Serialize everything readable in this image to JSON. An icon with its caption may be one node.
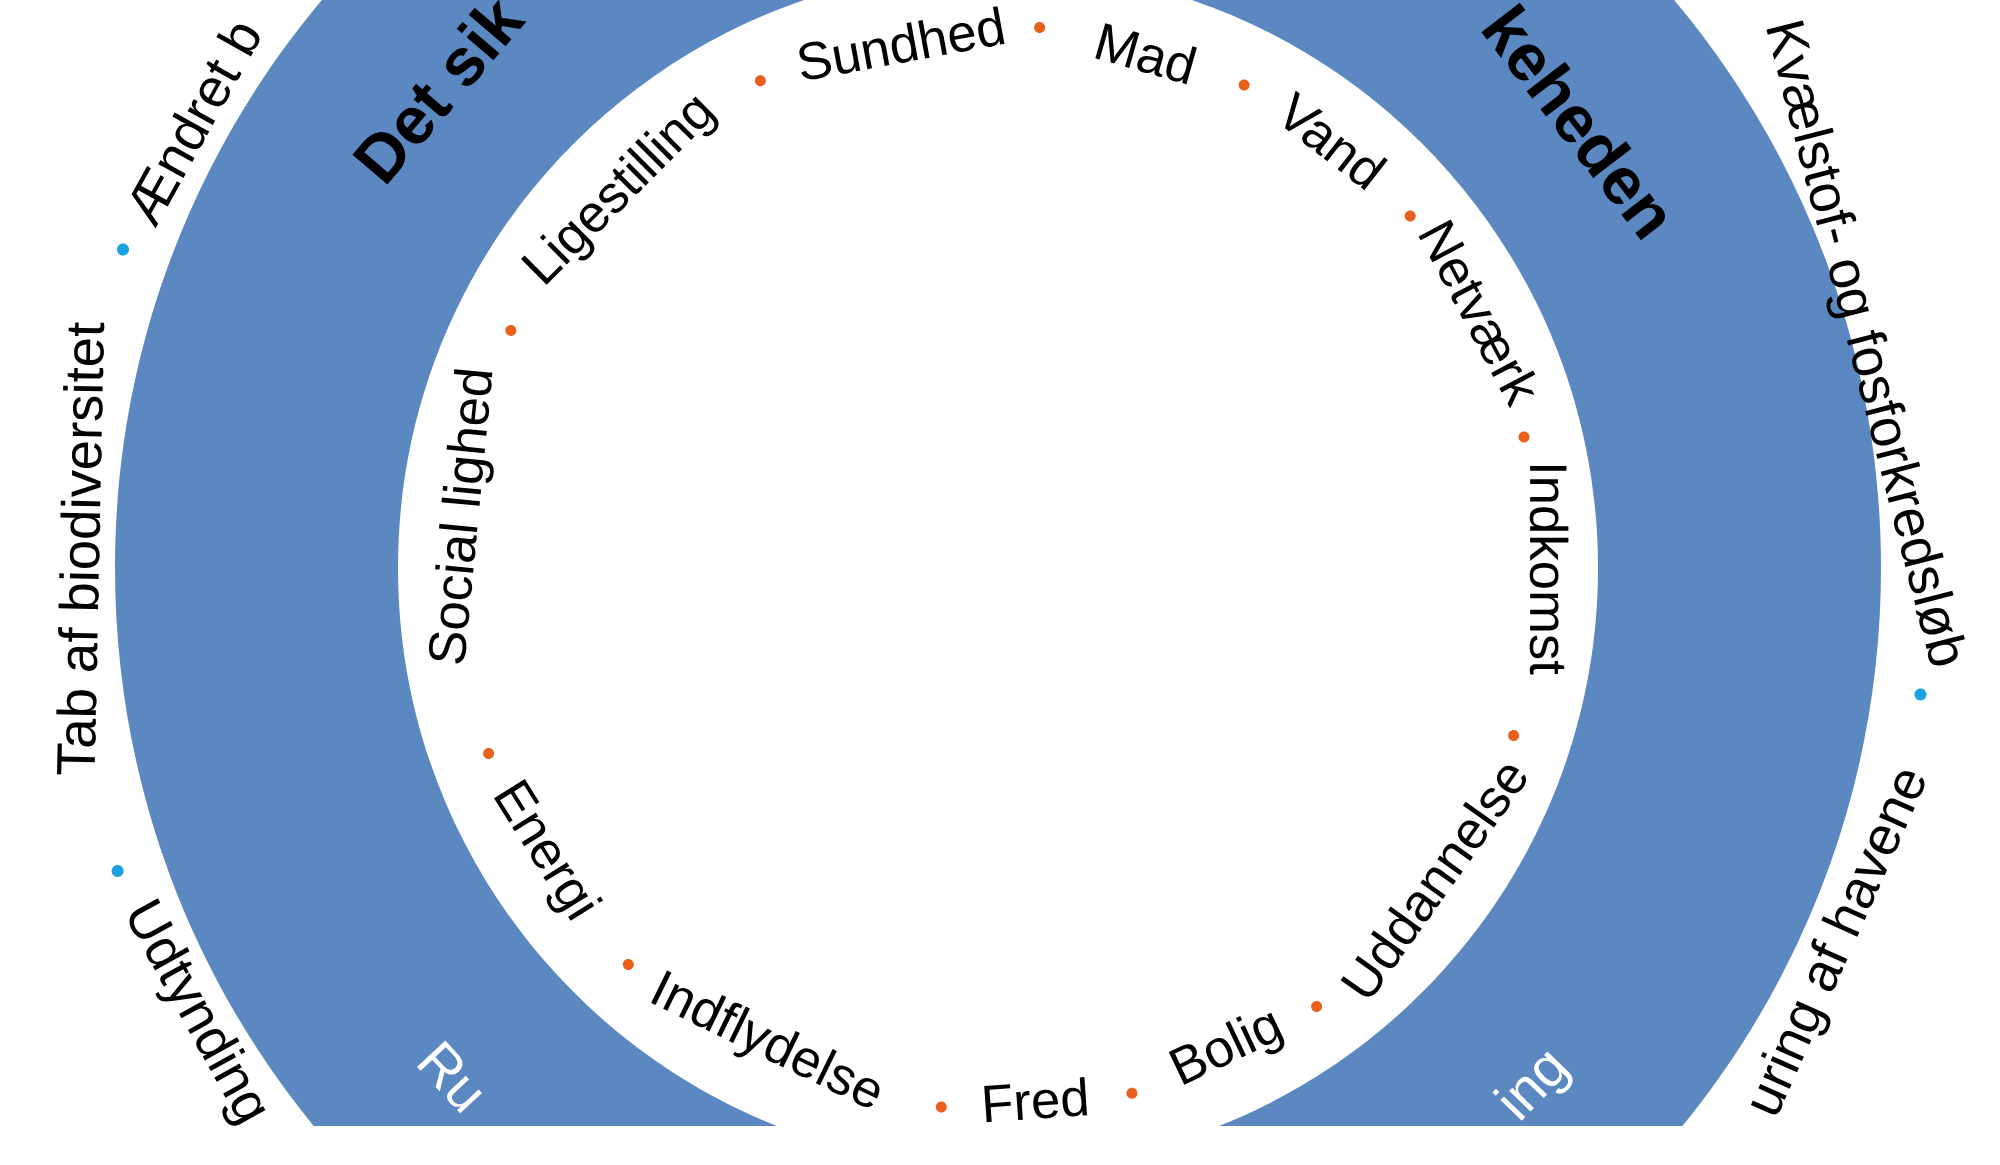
{
  "diagram": {
    "nodes": [
      {
        "text": [
          "Det sik",
          "keheden",
          "Ru",
          "ing"
        ]
      }
    ],
    "labels": [
      "Ændret b",
      "Kvælstof- og fosforkredsløb",
      "Sundhed",
      "Mad",
      "Ligestilling",
      "Vand",
      "Netværk",
      "Tab af biodiversitet",
      "Social lighed",
      "Indkomst",
      "Uddannelse",
      "Energi",
      "uring af havene",
      "Indflydelse",
      "Bolig",
      "Fred",
      "Udtynding"
    ]
  }
}
